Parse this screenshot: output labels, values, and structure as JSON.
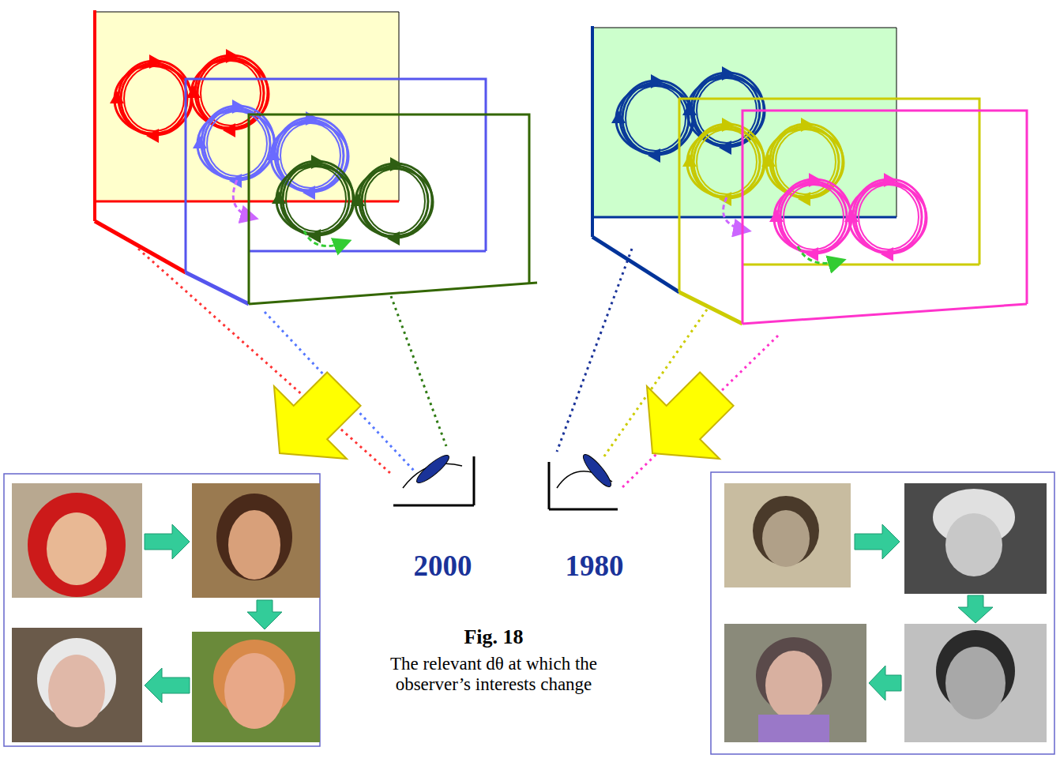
{
  "diagram": {
    "title": "Fig. 18",
    "caption": "The relevant dθ at which the observer’s interests change",
    "labels": [
      "2000",
      "1980"
    ]
  }
}
